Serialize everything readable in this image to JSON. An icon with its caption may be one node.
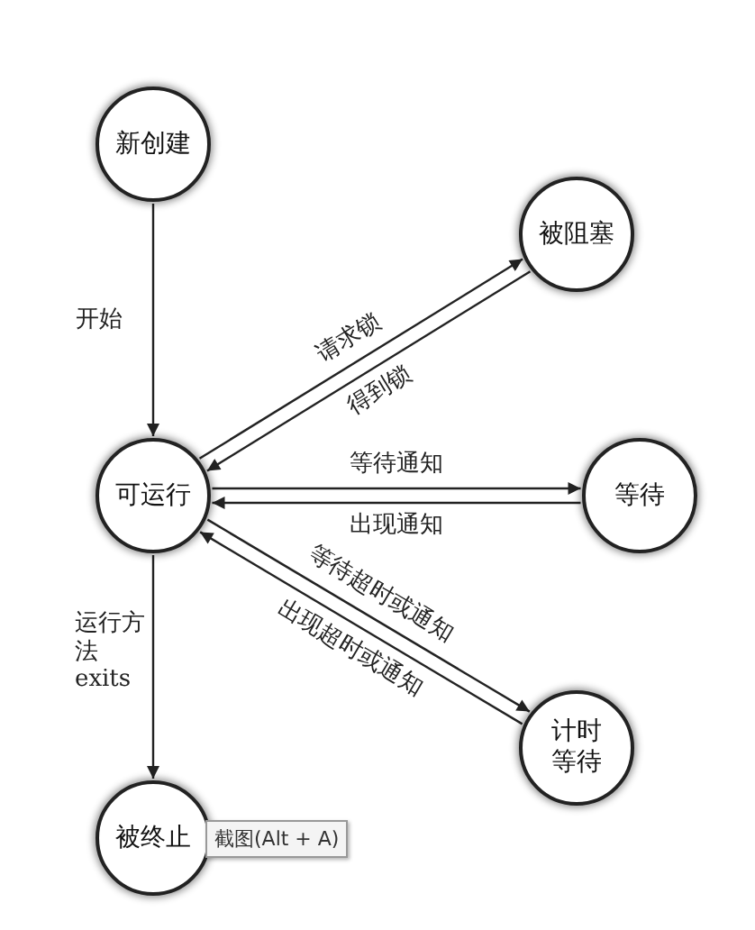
{
  "diagram": {
    "nodes": [
      {
        "text": [
          "新创建"
        ]
      },
      {
        "text": [
          "被阻塞"
        ]
      },
      {
        "text": [
          "可运行"
        ]
      },
      {
        "text": [
          "等待"
        ]
      },
      {
        "text": [
          "计时等待"
        ]
      },
      {
        "text": [
          "被终止"
        ]
      }
    ],
    "edges": [
      {
        "from": 0,
        "to": 2,
        "arrow": "to",
        "label": "开始"
      },
      {
        "from": 2,
        "to": 1,
        "arrow": "to",
        "label": "请求锁"
      },
      {
        "from": 1,
        "to": 2,
        "arrow": "to",
        "label": "得到锁"
      },
      {
        "from": 2,
        "to": 3,
        "arrow": "to",
        "label": "等待通知"
      },
      {
        "from": 3,
        "to": 2,
        "arrow": "to",
        "label": "出现通知"
      },
      {
        "from": 2,
        "to": 4,
        "arrow": "to",
        "label": "等待超时或通知"
      },
      {
        "from": 4,
        "to": 2,
        "arrow": "to",
        "label": "出现超时或通知"
      },
      {
        "from": 2,
        "to": 5,
        "arrow": "to",
        "label": "运行方法 exits"
      }
    ],
    "labels": [
      "截图(Alt + A)"
    ]
  }
}
